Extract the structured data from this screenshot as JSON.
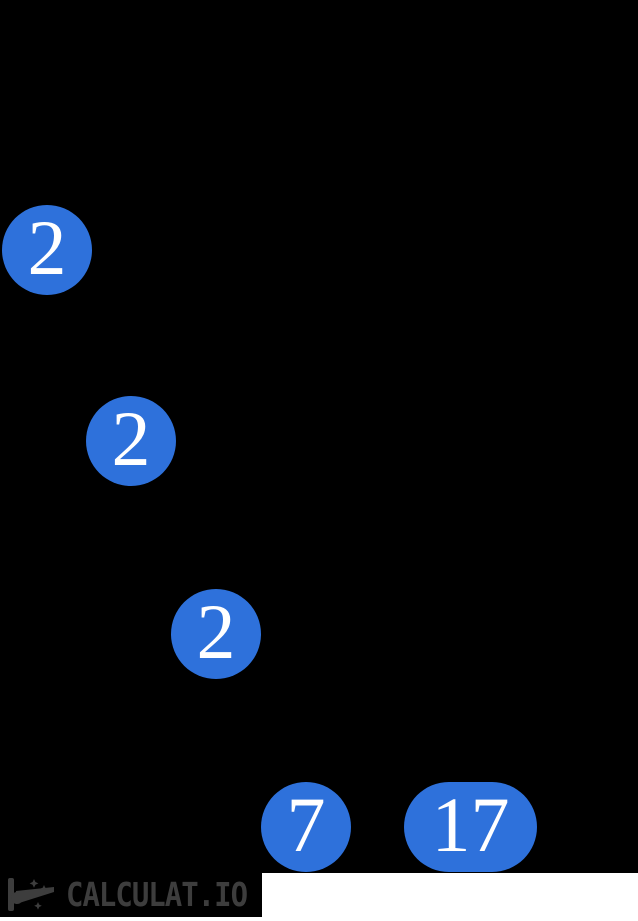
{
  "canvas": {
    "background": "#000000"
  },
  "tree": {
    "nodes": [
      {
        "value": "2",
        "shape": "circle"
      },
      {
        "value": "2",
        "shape": "circle"
      },
      {
        "value": "2",
        "shape": "circle"
      },
      {
        "value": "7",
        "shape": "circle"
      },
      {
        "value": "17",
        "shape": "stadium"
      }
    ],
    "node_fill": "#2e71db",
    "node_text_color": "#ffffff"
  },
  "footer": {
    "logo_text": "CALCULAT.IO",
    "logo_text_color": "#3d3d3d",
    "logo_box_background": "#000000",
    "footer_background": "#ffffff",
    "icon": "calculator-logo-icon"
  }
}
